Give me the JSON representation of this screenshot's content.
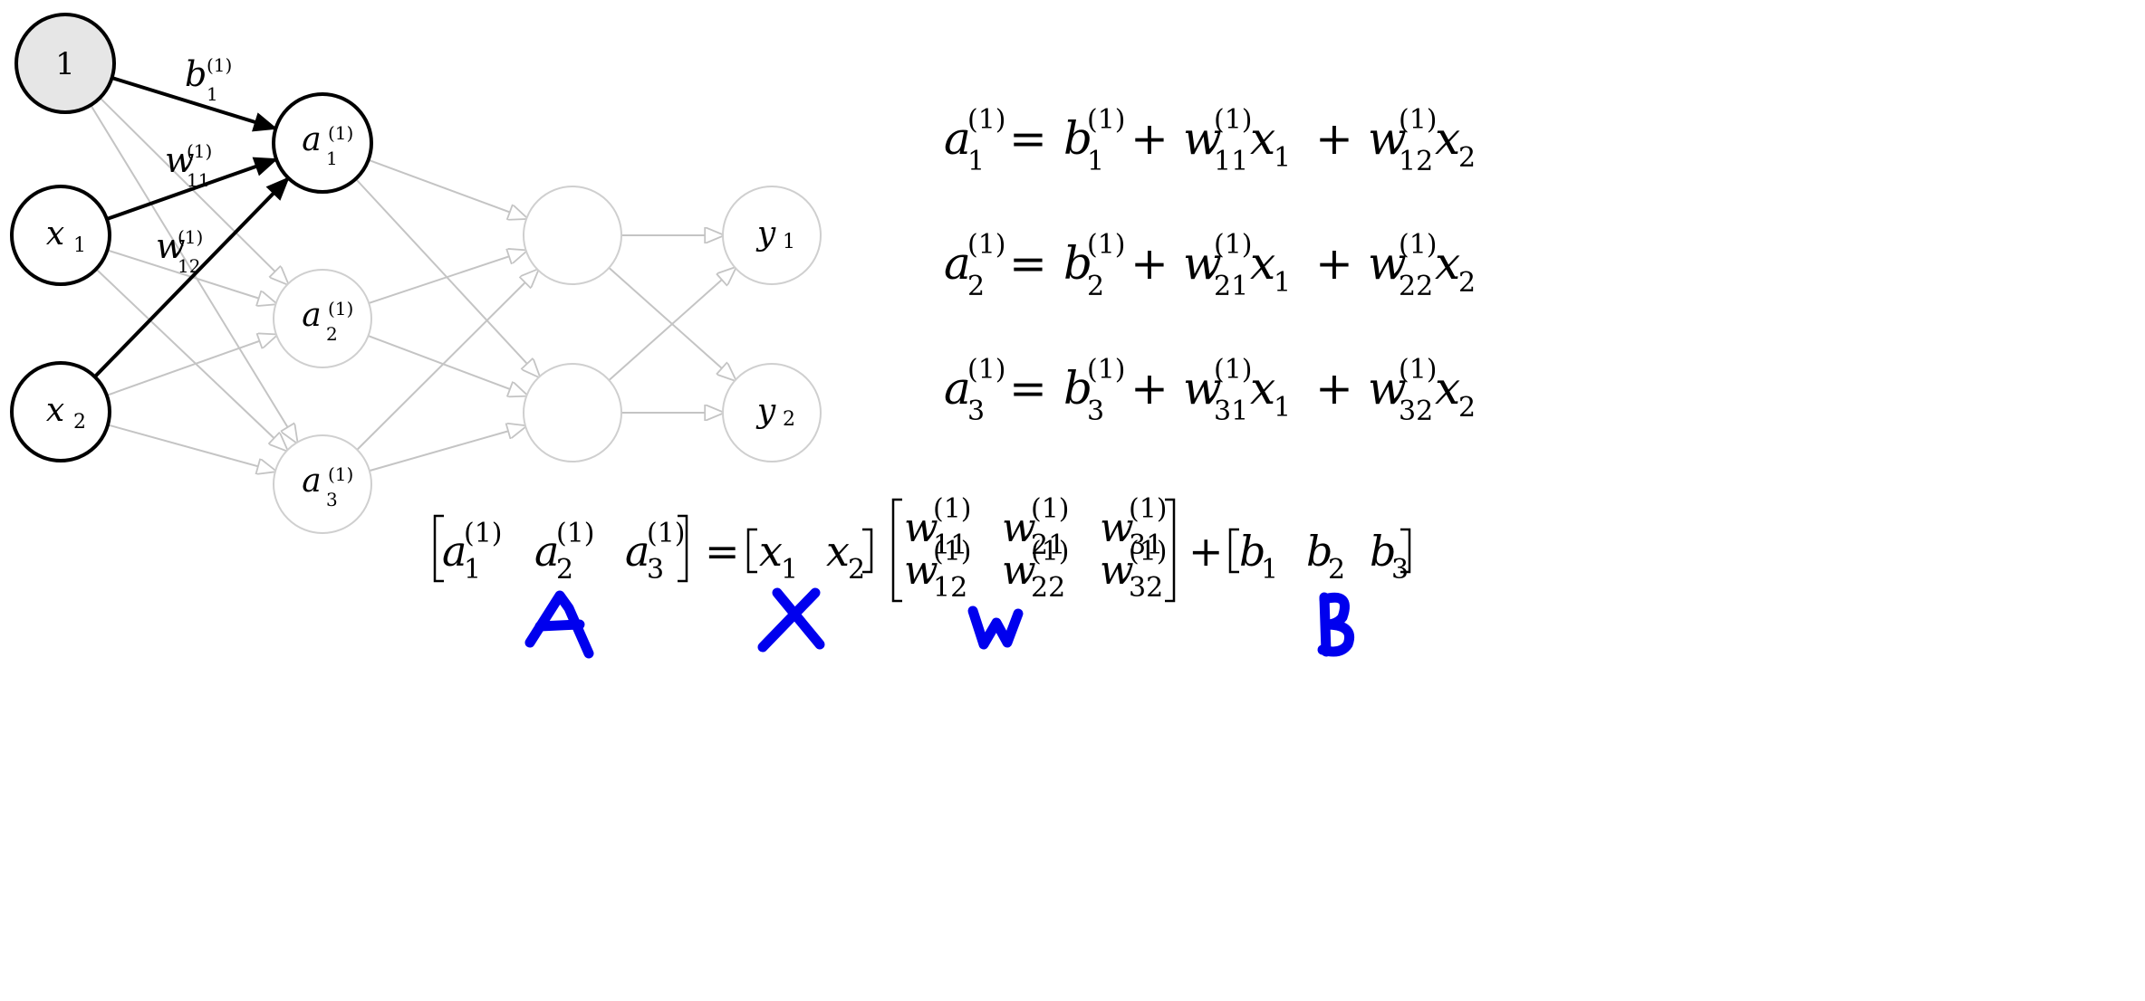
{
  "network": {
    "input_nodes": [
      {
        "id": "bias",
        "label": "1",
        "sub": ""
      },
      {
        "id": "x1",
        "label": "x",
        "sub": "1"
      },
      {
        "id": "x2",
        "label": "x",
        "sub": "2"
      }
    ],
    "hidden1_nodes": [
      {
        "id": "a1",
        "label": "a",
        "sup": "(1)",
        "sub": "1"
      },
      {
        "id": "a2",
        "label": "a",
        "sup": "(1)",
        "sub": "2"
      },
      {
        "id": "a3",
        "label": "a",
        "sup": "(1)",
        "sub": "3"
      }
    ],
    "output_nodes": [
      {
        "id": "y1",
        "label": "y",
        "sub": "1"
      },
      {
        "id": "y2",
        "label": "y",
        "sub": "2"
      }
    ],
    "edge_labels": {
      "b1": {
        "label": "b",
        "sup": "(1)",
        "sub": "1"
      },
      "w11": {
        "label": "w",
        "sup": "(1)",
        "sub": "11"
      },
      "w12": {
        "label": "w",
        "sup": "(1)",
        "sub": "12"
      }
    }
  },
  "equations": [
    {
      "lhs": "a",
      "idx": "1",
      "w1": "11",
      "w2": "12"
    },
    {
      "lhs": "a",
      "idx": "2",
      "w1": "21",
      "w2": "22"
    },
    {
      "lhs": "a",
      "idx": "3",
      "w1": "31",
      "w2": "32"
    }
  ],
  "matrix_eq": {
    "A_row": [
      "1",
      "2",
      "3"
    ],
    "X_row": [
      "1",
      "2"
    ],
    "W_top": [
      "11",
      "21",
      "31"
    ],
    "W_bottom": [
      "12",
      "22",
      "32"
    ],
    "B_row": [
      "1",
      "2",
      "3"
    ],
    "sup": "(1)"
  },
  "handwritten": {
    "A": "A",
    "X": "X",
    "W": "W",
    "B": "B",
    "color": "#0000ee"
  },
  "colors": {
    "active": "#000000",
    "inactive": "#c8c8c8",
    "bias_fill": "#e6e6e6"
  }
}
